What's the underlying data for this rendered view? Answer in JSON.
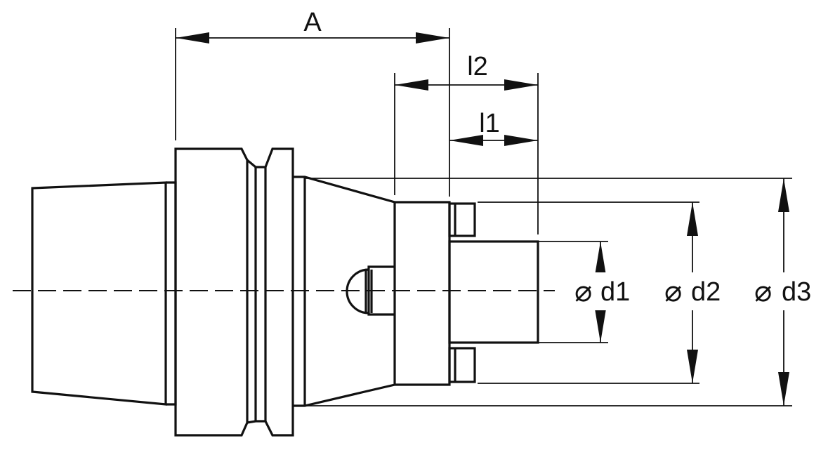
{
  "labels": {
    "dim_a": "A",
    "dim_l2": "l2",
    "dim_l1": "l1",
    "dim_d1": "d1",
    "dim_d2": "d2",
    "dim_d3": "d3",
    "diameter_symbol": "⌀"
  }
}
